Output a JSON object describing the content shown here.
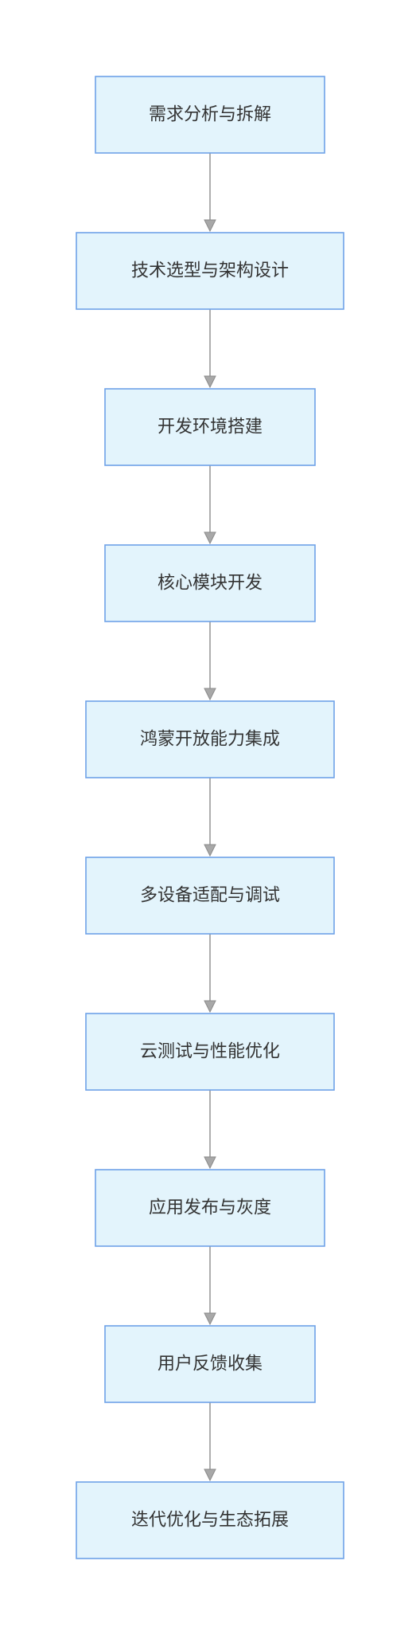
{
  "diagram": {
    "type": "flowchart",
    "direction": "top-to-bottom",
    "colors": {
      "node_fill": "#e3f4fc",
      "node_border": "#6ea2e8",
      "edge": "#9a9a9a",
      "text": "#333333"
    },
    "nodes": [
      {
        "id": "n1",
        "label": "需求分析与拆解"
      },
      {
        "id": "n2",
        "label": "技术选型与架构设计"
      },
      {
        "id": "n3",
        "label": "开发环境搭建"
      },
      {
        "id": "n4",
        "label": "核心模块开发"
      },
      {
        "id": "n5",
        "label": "鸿蒙开放能力集成"
      },
      {
        "id": "n6",
        "label": "多设备适配与调试"
      },
      {
        "id": "n7",
        "label": "云测试与性能优化"
      },
      {
        "id": "n8",
        "label": "应用发布与灰度"
      },
      {
        "id": "n9",
        "label": "用户反馈收集"
      },
      {
        "id": "n10",
        "label": "迭代优化与生态拓展"
      }
    ],
    "edges": [
      {
        "from": "n1",
        "to": "n2"
      },
      {
        "from": "n2",
        "to": "n3"
      },
      {
        "from": "n3",
        "to": "n4"
      },
      {
        "from": "n4",
        "to": "n5"
      },
      {
        "from": "n5",
        "to": "n6"
      },
      {
        "from": "n6",
        "to": "n7"
      },
      {
        "from": "n7",
        "to": "n8"
      },
      {
        "from": "n8",
        "to": "n9"
      },
      {
        "from": "n9",
        "to": "n10"
      }
    ]
  }
}
